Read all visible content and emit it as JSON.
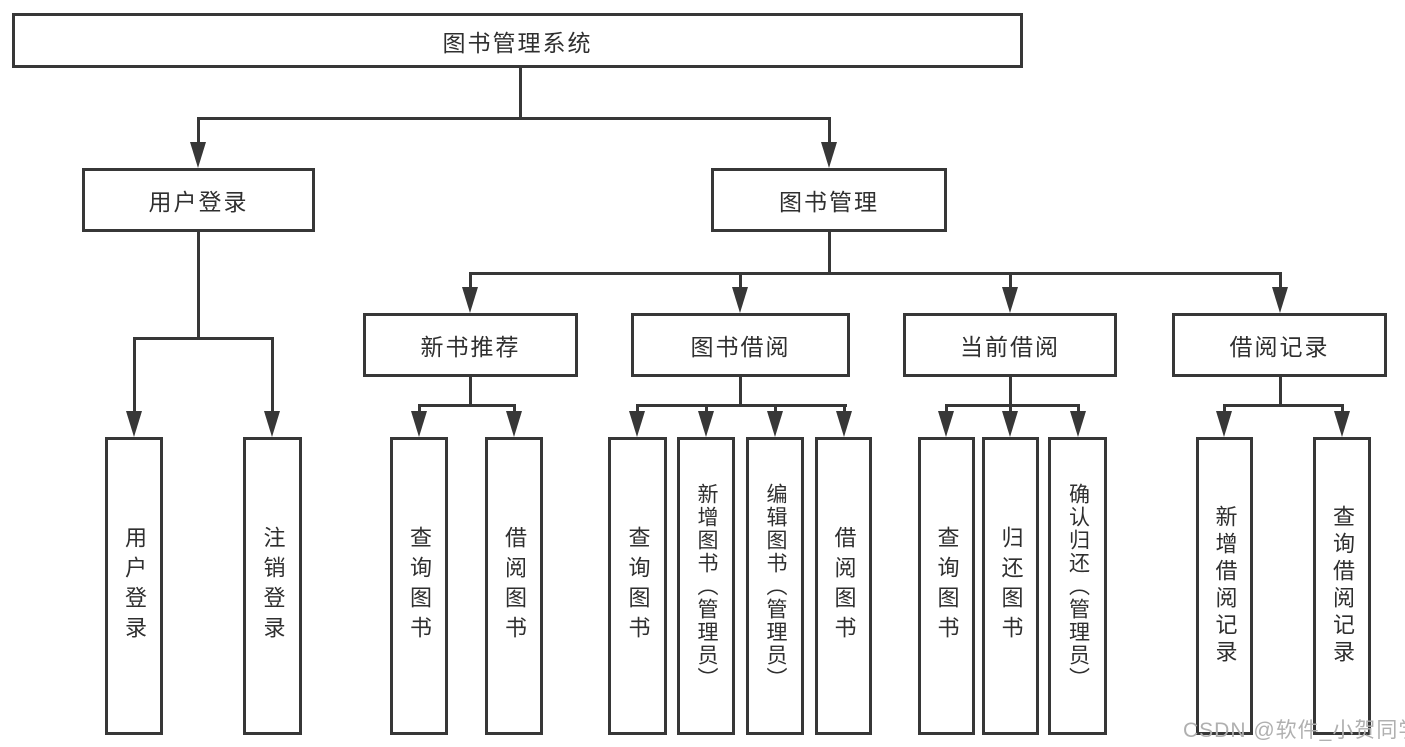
{
  "diagram": {
    "title": "图书管理系统",
    "type": "hierarchy-tree",
    "colors": {
      "line": "#373737",
      "text": "#2f2f2f",
      "background": "#ffffff",
      "watermark": "#b0b0b0"
    },
    "nodes": {
      "root": "图书管理系统",
      "l2": {
        "user_login": "用户登录",
        "book_mgmt": "图书管理"
      },
      "l3": {
        "new_books": "新书推荐",
        "book_borrow": "图书借阅",
        "current_borrow": "当前借阅",
        "borrow_records": "借阅记录"
      },
      "l4": {
        "user_login": "用户登录",
        "logout": "注销登录",
        "nb_query": "查询图书",
        "nb_borrow": "借阅图书",
        "bb_query": "查询图书",
        "bb_add": "新增图书（管理员）",
        "bb_edit": "编辑图书（管理员）",
        "bb_borrow": "借阅图书",
        "cb_query": "查询图书",
        "cb_return": "归还图书",
        "cb_confirm": "确认归还（管理员）",
        "br_add": "新增借阅记录",
        "br_query": "查询借阅记录"
      }
    },
    "watermark": "CSDN @软件_小贺同学"
  }
}
